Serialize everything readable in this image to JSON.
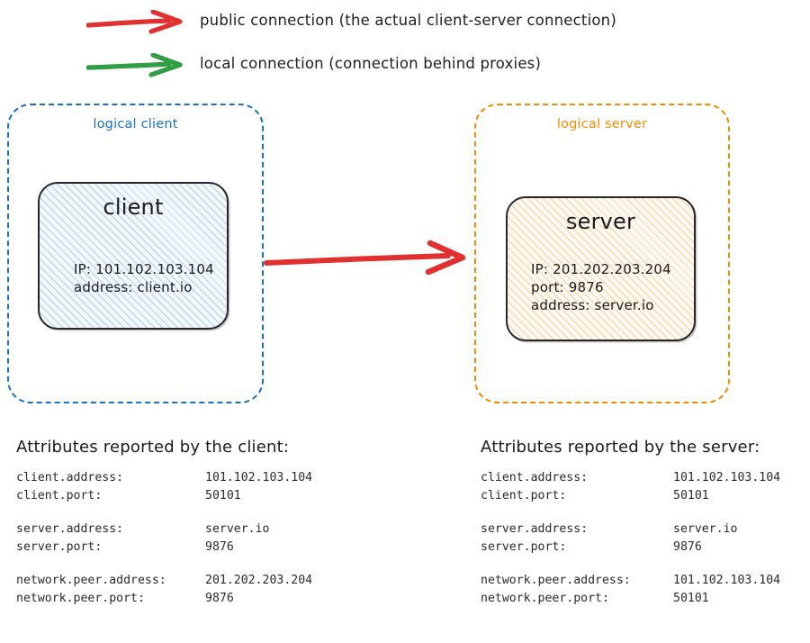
{
  "legend": {
    "items": [
      {
        "id": "public",
        "color": "#e03131",
        "label": "public connection (the actual client-server connection)"
      },
      {
        "id": "local",
        "color": "#2f9e44",
        "label": "local connection (connection behind proxies)"
      }
    ]
  },
  "diagram": {
    "connection_arrow": {
      "color": "#e03131",
      "direction": "client-to-server"
    },
    "client_group": {
      "label": "logical client",
      "border_color": "#1971c2",
      "node": {
        "title": "client",
        "fill_color": "#f2f8fd",
        "hatch_color": "#78afdc",
        "props": [
          "IP: 101.102.103.104",
          "address: client.io"
        ]
      }
    },
    "server_group": {
      "label": "logical server",
      "border_color": "#f08c00",
      "node": {
        "title": "server",
        "fill_color": "#fdf8f0",
        "hatch_color": "#e8aa5f",
        "props": [
          "IP: 201.202.203.204",
          "port: 9876",
          "address: server.io"
        ]
      }
    }
  },
  "client_attributes": {
    "heading": "Attributes reported by the client:",
    "groups": [
      [
        {
          "key": "client.address:",
          "value": "101.102.103.104"
        },
        {
          "key": "client.port:",
          "value": "50101"
        }
      ],
      [
        {
          "key": "server.address:",
          "value": "server.io"
        },
        {
          "key": "server.port:",
          "value": "9876"
        }
      ],
      [
        {
          "key": "network.peer.address:",
          "value": "201.202.203.204"
        },
        {
          "key": "network.peer.port:",
          "value": "9876"
        }
      ]
    ]
  },
  "server_attributes": {
    "heading": "Attributes reported by the server:",
    "groups": [
      [
        {
          "key": "client.address:",
          "value": "101.102.103.104"
        },
        {
          "key": "client.port:",
          "value": "50101"
        }
      ],
      [
        {
          "key": "server.address:",
          "value": "server.io"
        },
        {
          "key": "server.port:",
          "value": "9876"
        }
      ],
      [
        {
          "key": "network.peer.address:",
          "value": "101.102.103.104"
        },
        {
          "key": "network.peer.port:",
          "value": "50101"
        }
      ]
    ]
  }
}
